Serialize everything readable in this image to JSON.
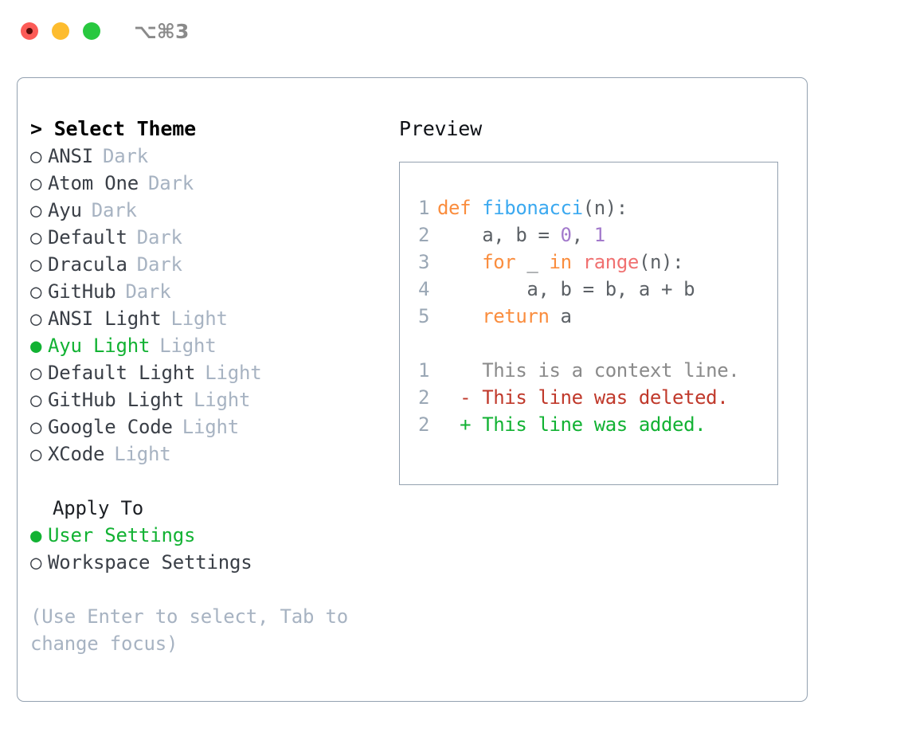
{
  "titlebar": {
    "shortcut": "⌥⌘3",
    "buttons": [
      {
        "name": "close",
        "color": "#fc5b57"
      },
      {
        "name": "minimize",
        "color": "#fdbc2e"
      },
      {
        "name": "zoom",
        "color": "#28c83f"
      }
    ]
  },
  "theme_list": {
    "title": "> Select Theme",
    "bullet_off": "○",
    "bullet_on": "●",
    "items": [
      {
        "name": "ANSI",
        "kind": "Dark",
        "selected": false
      },
      {
        "name": "Atom One",
        "kind": "Dark",
        "selected": false
      },
      {
        "name": "Ayu",
        "kind": "Dark",
        "selected": false
      },
      {
        "name": "Default",
        "kind": "Dark",
        "selected": false
      },
      {
        "name": "Dracula",
        "kind": "Dark",
        "selected": false
      },
      {
        "name": "GitHub",
        "kind": "Dark",
        "selected": false
      },
      {
        "name": "ANSI Light",
        "kind": "Light",
        "selected": false
      },
      {
        "name": "Ayu Light",
        "kind": "Light",
        "selected": true
      },
      {
        "name": "Default Light",
        "kind": "Light",
        "selected": false
      },
      {
        "name": "GitHub Light",
        "kind": "Light",
        "selected": false
      },
      {
        "name": "Google Code",
        "kind": "Light",
        "selected": false
      },
      {
        "name": "XCode",
        "kind": "Light",
        "selected": false
      }
    ]
  },
  "apply_to": {
    "title": "Apply To",
    "items": [
      {
        "name": "User Settings",
        "selected": true
      },
      {
        "name": "Workspace Settings",
        "selected": false
      }
    ]
  },
  "hint": "(Use Enter to select, Tab to change focus)",
  "preview": {
    "title": "Preview",
    "code_lines": [
      {
        "no": "1",
        "tokens": [
          {
            "t": "def ",
            "c": "kw"
          },
          {
            "t": "fibonacci",
            "c": "fn"
          },
          {
            "t": "(n):",
            "c": "plain"
          }
        ]
      },
      {
        "no": "2",
        "tokens": [
          {
            "t": "    a, b = ",
            "c": "plain"
          },
          {
            "t": "0",
            "c": "num"
          },
          {
            "t": ", ",
            "c": "plain"
          },
          {
            "t": "1",
            "c": "num"
          }
        ]
      },
      {
        "no": "3",
        "tokens": [
          {
            "t": "    ",
            "c": "plain"
          },
          {
            "t": "for",
            "c": "kw"
          },
          {
            "t": " _ ",
            "c": "plain"
          },
          {
            "t": "in",
            "c": "kw"
          },
          {
            "t": " ",
            "c": "plain"
          },
          {
            "t": "range",
            "c": "call"
          },
          {
            "t": "(n):",
            "c": "plain"
          }
        ]
      },
      {
        "no": "4",
        "tokens": [
          {
            "t": "        a, b = b, a + b",
            "c": "plain"
          }
        ]
      },
      {
        "no": "5",
        "tokens": [
          {
            "t": "    ",
            "c": "plain"
          },
          {
            "t": "return",
            "c": "kw"
          },
          {
            "t": " a",
            "c": "plain"
          }
        ]
      }
    ],
    "diff_lines": [
      {
        "no": "1",
        "marker": " ",
        "text": "This is a context line.",
        "kind": "ctx"
      },
      {
        "no": "2",
        "marker": "-",
        "text": "This line was deleted.",
        "kind": "del"
      },
      {
        "no": "2",
        "marker": "+",
        "text": "This line was added.",
        "kind": "add"
      }
    ]
  },
  "colors": {
    "accent_green": "#12b233",
    "muted": "#a7b3c2",
    "border": "#93a1b0",
    "keyword": "#fa8d3e",
    "function": "#3ba9f0",
    "call": "#f07171",
    "number": "#a37acc",
    "diff_delete": "#c0392b",
    "diff_add": "#12b233"
  }
}
